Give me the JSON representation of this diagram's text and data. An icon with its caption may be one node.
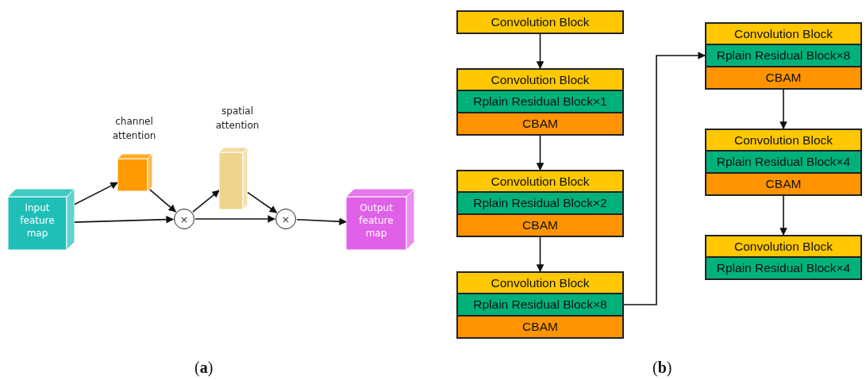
{
  "diagram": {
    "nodes": [
      {
        "text": [
          "Input feature map"
        ]
      },
      {
        "text": [],
        "shape": "cube",
        "beside": [
          "channel attention"
        ]
      },
      {
        "text": [
          "×"
        ]
      },
      {
        "text": [],
        "shape": "cube",
        "beside": [
          "spatial attention"
        ]
      },
      {
        "text": [
          "×"
        ]
      },
      {
        "text": [
          "Output feature map"
        ]
      },
      {
        "text": [
          "Convolution Block"
        ]
      },
      {
        "text": [
          "Convolution Block"
        ]
      },
      {
        "text": [
          "Rplain Residual Block×1"
        ]
      },
      {
        "text": [
          "CBAM"
        ]
      },
      {
        "text": [
          "Convolution Block"
        ]
      },
      {
        "text": [
          "Rplain Residual Block×2"
        ]
      },
      {
        "text": [
          "CBAM"
        ]
      },
      {
        "text": [
          "Convolution Block"
        ]
      },
      {
        "text": [
          "Rplain Residual Block×8"
        ]
      },
      {
        "text": [
          "CBAM"
        ]
      },
      {
        "text": [
          "Convolution Block"
        ]
      },
      {
        "text": [
          "Rplain Residual Block×8"
        ]
      },
      {
        "text": [
          "CBAM"
        ]
      },
      {
        "text": [
          "Convolution Block"
        ]
      },
      {
        "text": [
          "Rplain Residual Block×4"
        ]
      },
      {
        "text": [
          "CBAM"
        ]
      },
      {
        "text": [
          "Convolution Block"
        ]
      },
      {
        "text": [
          "Rplain Residual Block×4"
        ]
      }
    ],
    "edges": [
      {
        "from": 0,
        "to": 1,
        "arrow": "to"
      },
      {
        "from": 0,
        "to": 2,
        "arrow": "to"
      },
      {
        "from": 1,
        "to": 2,
        "arrow": "to"
      },
      {
        "from": 2,
        "to": 3,
        "arrow": "to"
      },
      {
        "from": 2,
        "to": 4,
        "arrow": "to"
      },
      {
        "from": 3,
        "to": 4,
        "arrow": "to"
      },
      {
        "from": 4,
        "to": 5,
        "arrow": "to"
      },
      {
        "from": 6,
        "to": 7,
        "arrow": "to"
      },
      {
        "from": 9,
        "to": 10,
        "arrow": "to"
      },
      {
        "from": 12,
        "to": 13,
        "arrow": "to"
      },
      {
        "from": 14,
        "to": 17,
        "arrow": "to"
      },
      {
        "from": 18,
        "to": 19,
        "arrow": "to"
      },
      {
        "from": 21,
        "to": 22,
        "arrow": "to"
      }
    ],
    "labels": [
      "(**a**)",
      "(**b**)"
    ]
  }
}
